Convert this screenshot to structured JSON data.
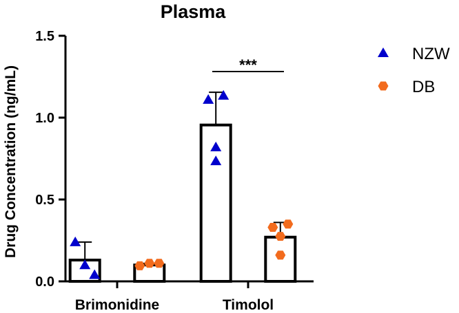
{
  "chart_data": {
    "type": "bar",
    "title": "Plasma",
    "xlabel": "",
    "ylabel": "Drug Concentration (ng/mL)",
    "ylim": [
      0,
      1.5
    ],
    "y_ticks": [
      "0.0",
      "0.5",
      "1.0",
      "1.5"
    ],
    "y_tick_values": [
      0,
      0.5,
      1.0,
      1.5
    ],
    "categories": [
      "Brimonidine",
      "Timolol"
    ],
    "legend_position": "top-right",
    "grid": false,
    "series": [
      {
        "name": "NZW",
        "color": "#0000cc",
        "marker": "triangle",
        "values": [
          0.13,
          0.955
        ],
        "error": [
          0.11,
          0.2
        ],
        "points": [
          [
            0.24,
            0.1,
            0.04
          ],
          [
            1.11,
            1.135,
            0.82,
            0.735
          ]
        ]
      },
      {
        "name": "DB",
        "color": "#f26b1d",
        "marker": "hexagon",
        "values": [
          0.1,
          0.27
        ],
        "error": [
          0.01,
          0.09
        ],
        "points": [
          [
            0.095,
            0.11,
            0.11
          ],
          [
            0.33,
            0.35,
            0.275,
            0.16
          ]
        ]
      }
    ],
    "annotations": [
      {
        "category": "Timolol",
        "text": "***"
      }
    ]
  }
}
